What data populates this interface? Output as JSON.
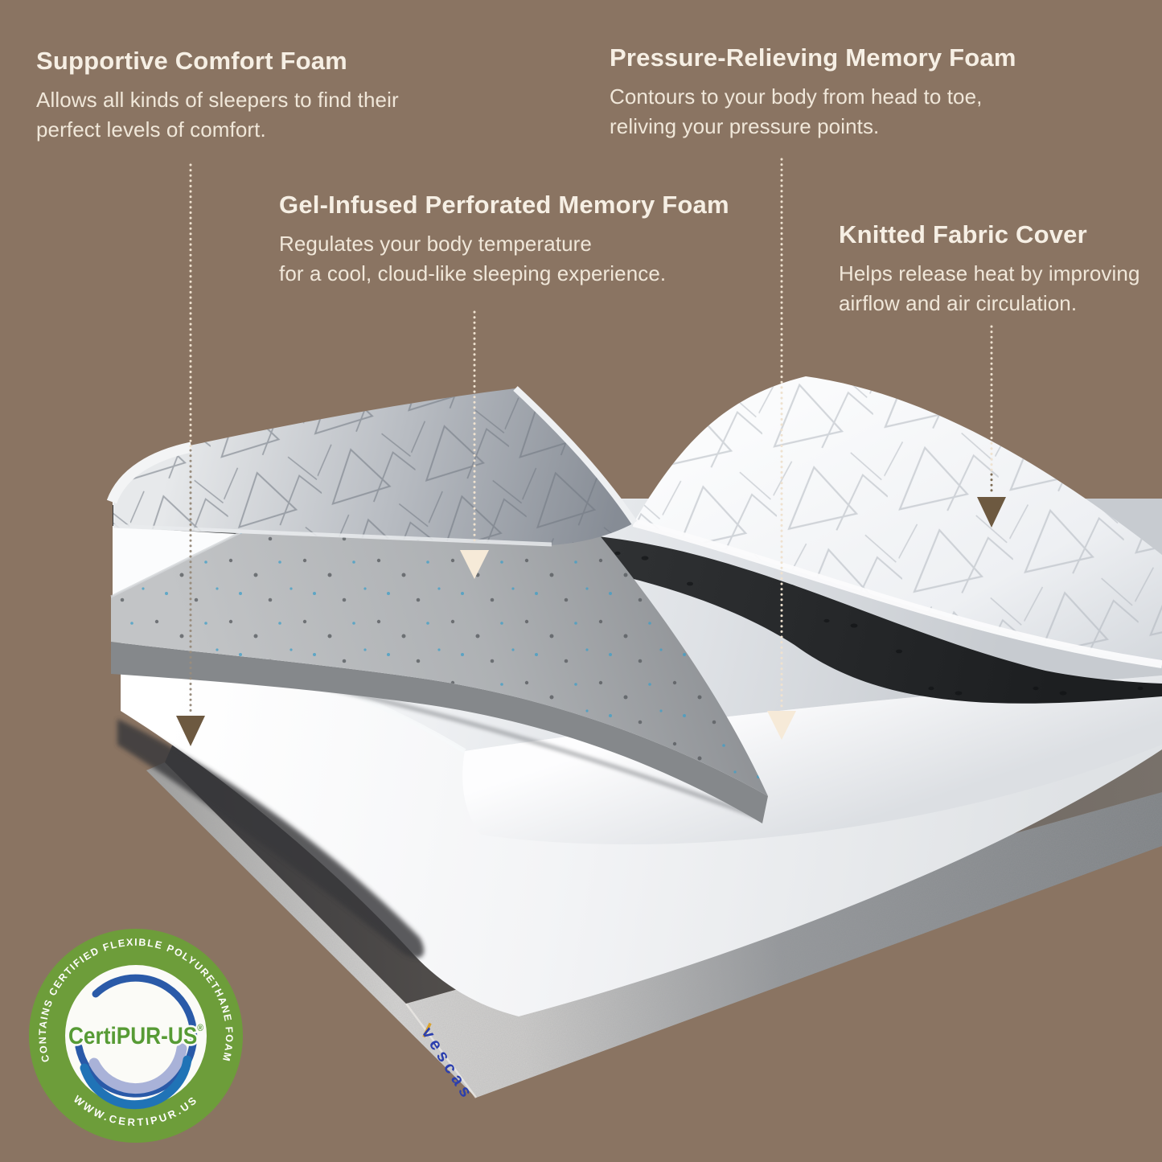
{
  "colors": {
    "background": "#8a7462",
    "annotation_text": "#f0e7d9",
    "annotation_title": "#f6efe4",
    "arrow_cream": "#f6ead8",
    "arrow_brown": "#6d5940",
    "badge_ring_green": "#6d9d3a",
    "badge_wordmark_green": "#579b35",
    "badge_swoosh_blue": "#2073b6",
    "badge_swoosh_light_blue": "#a9b2d8",
    "brand_logo_blue": "#2b3fae",
    "brand_logo_accent_gold": "#dba32e"
  },
  "annotations": [
    {
      "id": "supportive-comfort-foam",
      "title": "Supportive Comfort Foam",
      "line1": "Allows all kinds of sleepers to find their",
      "line2": "perfect levels of comfort."
    },
    {
      "id": "pressure-relieving-memory-foam",
      "title": "Pressure-Relieving Memory Foam",
      "line1": "Contours to your body from head to toe,",
      "line2": "reliving your pressure points."
    },
    {
      "id": "gel-infused-perforated-memory-foam",
      "title": "Gel-Infused Perforated Memory Foam",
      "line1": "Regulates your body temperature",
      "line2": "for a cool, cloud-like sleeping experience."
    },
    {
      "id": "knitted-fabric-cover",
      "title": "Knitted Fabric Cover",
      "line1": "Helps release heat by improving",
      "line2": "airflow and air circulation."
    }
  ],
  "certification_badge": {
    "arc_text_top": "CONTAINS CERTIFIED FLEXIBLE POLYURETHANE FOAM",
    "arc_text_bottom": "WWW.CERTIPUR.US",
    "wordmark": "CertiPUR-US",
    "registered_mark": "®"
  },
  "mattress": {
    "brand_logo": "vescas"
  }
}
